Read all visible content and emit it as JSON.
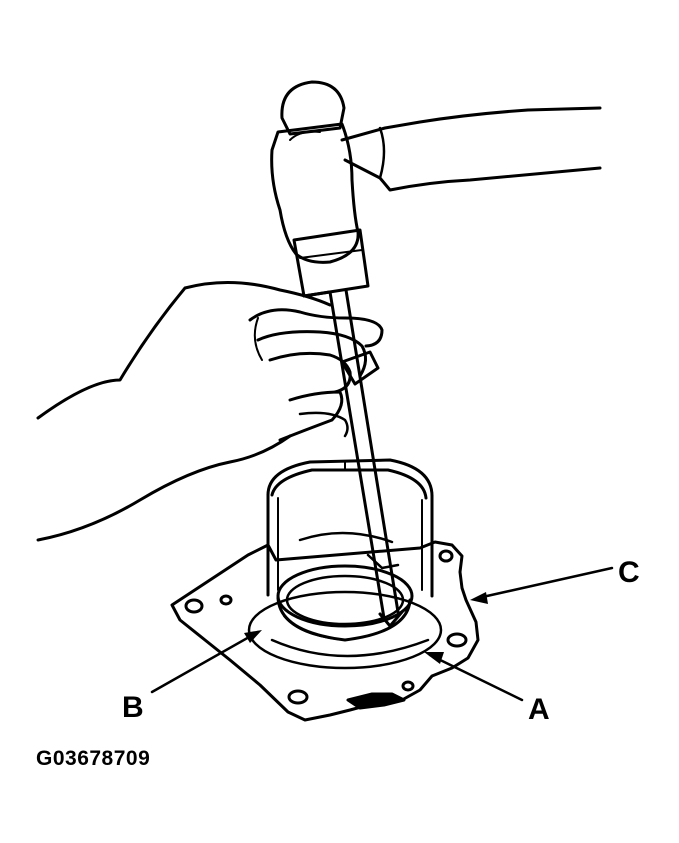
{
  "callouts": {
    "a": "A",
    "b": "B",
    "c": "C"
  },
  "figure_id": "G03678709",
  "colors": {
    "ink": "#000000",
    "paper": "#ffffff"
  }
}
